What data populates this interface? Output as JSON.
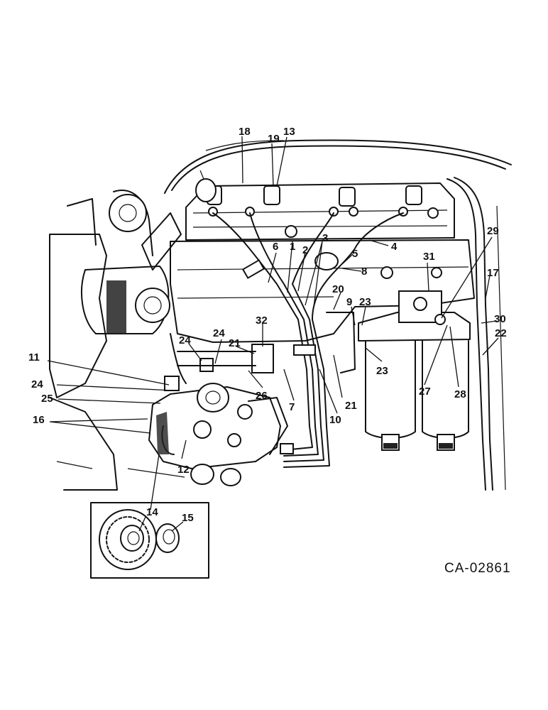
{
  "drawing_code": "CA-02861",
  "callouts": [
    "1",
    "2",
    "3",
    "4",
    "5",
    "6",
    "7",
    "8",
    "9",
    "10",
    "11",
    "12",
    "13",
    "14",
    "15",
    "16",
    "17",
    "18",
    "19",
    "20",
    "21",
    "22",
    "23",
    "24",
    "25",
    "26",
    "27",
    "28",
    "29",
    "30",
    "31",
    "32"
  ],
  "ink_color": "#111111",
  "paper_color": "#ffffff"
}
